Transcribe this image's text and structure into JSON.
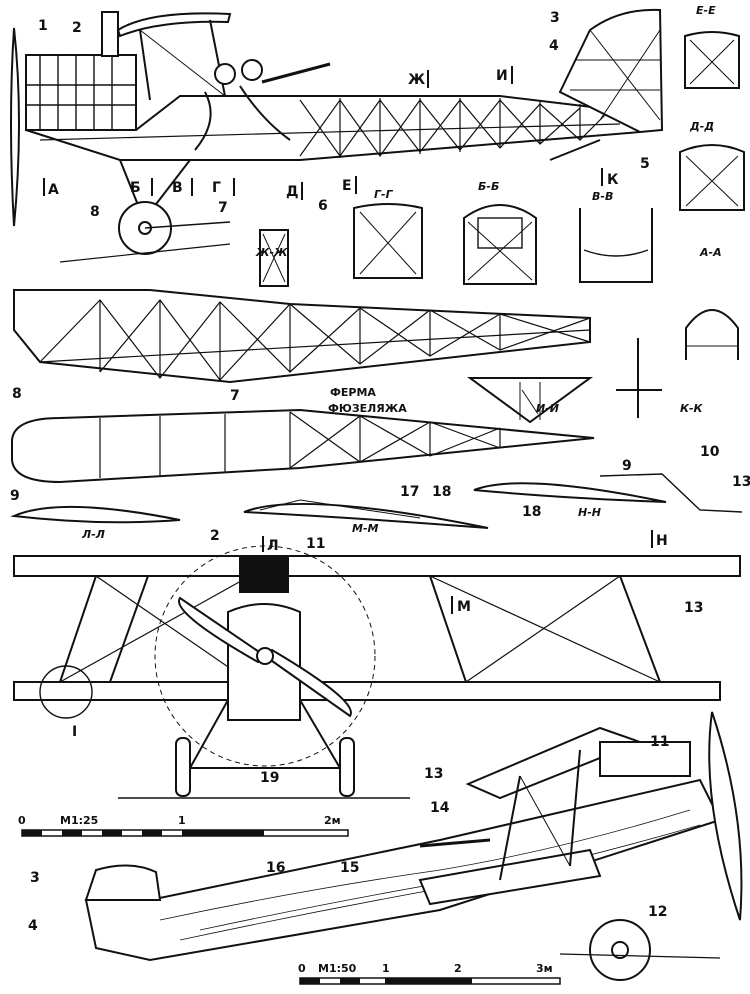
{
  "callouts": {
    "n1": "1",
    "n2": "2",
    "n3": "3",
    "n4": "4",
    "n5": "5",
    "n6": "6",
    "n7": "7",
    "n8": "8",
    "n9": "9",
    "n10": "10",
    "n11": "11",
    "n12": "12",
    "n13": "13",
    "n14": "14",
    "n15": "15",
    "n16": "16",
    "n17": "17",
    "n18": "18",
    "n19": "19"
  },
  "stations": {
    "a": "А",
    "b": "Б",
    "v": "В",
    "g": "Г",
    "d": "Д",
    "e": "Е",
    "zh": "Ж",
    "i": "И",
    "k": "К",
    "l": "Л",
    "m": "М",
    "n": "Н"
  },
  "sections": {
    "ee": "Е-Е",
    "dd": "Д-Д",
    "gg": "Г-Г",
    "bb": "Б-Б",
    "vv": "В-В",
    "zhzh": "Ж-Ж",
    "aa": "А-А",
    "ii": "И-И",
    "kk": "К-К",
    "ll": "Л-Л",
    "mm": "М-М",
    "nn": "Н-Н"
  },
  "truss_caption": [
    "ФЕРМА",
    "ФЮЗЕЛЯЖА"
  ],
  "detail_mark": "I",
  "scale_front": {
    "zero": "0",
    "ratio": "М1:25",
    "one": "1",
    "end": "2м"
  },
  "scale_side": {
    "zero": "0",
    "ratio": "М1:50",
    "one": "1",
    "two": "2",
    "end": "3м"
  },
  "colors": {
    "ink": "#111111",
    "paper": "#ffffff"
  }
}
